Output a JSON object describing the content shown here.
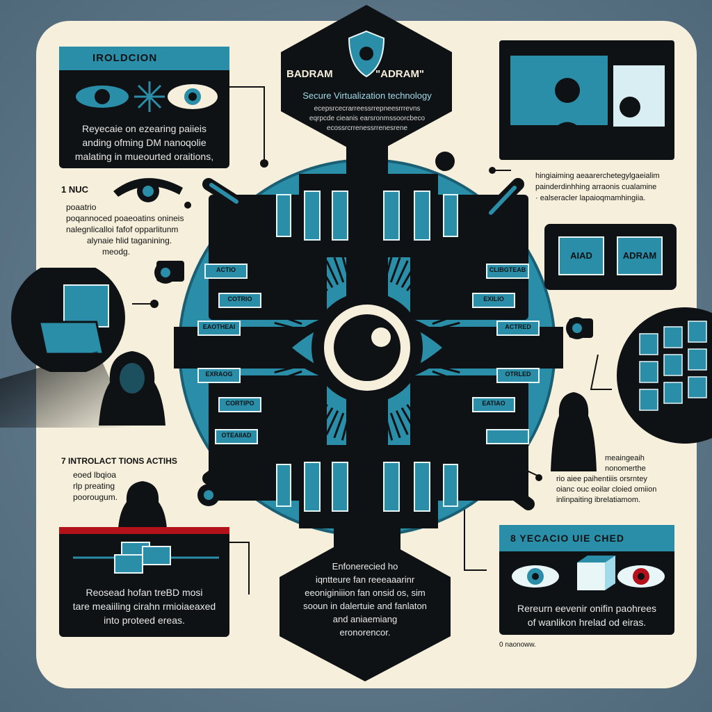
{
  "colors": {
    "teal": "#2b8ea8",
    "dark": "#0f1214",
    "cream": "#f5efdc",
    "red": "#b3121a",
    "background": "#5b7487"
  },
  "top": {
    "title_left": "BADRAM",
    "title_right": "\"ADRAM\"",
    "subtitle": "Secure Virtualization technology",
    "lines": [
      "ecepsrcecrarreessrrepneesrrrevns",
      "eqrpcde cieanis earsronmssoorcbeco",
      "ecossrcrrenessrrenesrene"
    ]
  },
  "intro": {
    "heading": "IROLDCION",
    "body": [
      "Reyecaie on ezearing paiieis",
      "anding ofming DM nanoqolie",
      "malating in mueourted oraitions,"
    ]
  },
  "step1": {
    "label": "1  NUC",
    "lines": [
      "poaatrio",
      "poqannoced poaeoatins onineis",
      "nalegnlicalloi fafof opparlitunm",
      "alynaie hlid taganining.",
      "meodg."
    ]
  },
  "step7": {
    "label": "7  INTROLACT TIONS   ACTIHS",
    "lines": [
      "eoed lbqioa",
      "rlp preating",
      "poorougum."
    ]
  },
  "right_note": {
    "lines": [
      "hingiaiming aeaarerchetegylgaeialim",
      "painderdinhhing arraonis cualamine",
      "· ealseracler lapaioqmamhingiia."
    ]
  },
  "screen_labels": {
    "left": "AIAD",
    "right": "ADRAM"
  },
  "right_mid": {
    "lines": [
      "meaingeaih",
      "nonomerthe",
      "rio aiee paihentiiis orsrntey",
      "oianc ouc eoilar cloied omiion",
      "inlinpaiting ibrelatiamom."
    ]
  },
  "bottom_left": {
    "body": [
      "Reosead hofan treBD mosi",
      "tare meaiiling cirahn rmioiaeaxed",
      "into proteed ereas."
    ]
  },
  "bottom_center": {
    "body": [
      "Enfonerecied ho",
      "iqntteure fan reeeaaarinr",
      "eeoniginiiion fan onsid os, sim",
      "sooun in dalertuie and fanlaton",
      "and aniaemiang",
      "eronorencor."
    ]
  },
  "bottom_right": {
    "heading": "8  YECACIO UIE CHED",
    "body": [
      "Rereurn eevenir onifin paohrees",
      "of wanlikon hrelad od eiras."
    ],
    "footnote": "0  naonoww."
  },
  "chip_labels": [
    "ACTIO",
    "COTRIO",
    "EAOTHEAI",
    "EXRAOG",
    "CORTIPO",
    "OTEAIIAD",
    "CLIBGTEAB",
    "EXILIO",
    "ACTRED",
    "OTRLED",
    "EATIAO"
  ]
}
